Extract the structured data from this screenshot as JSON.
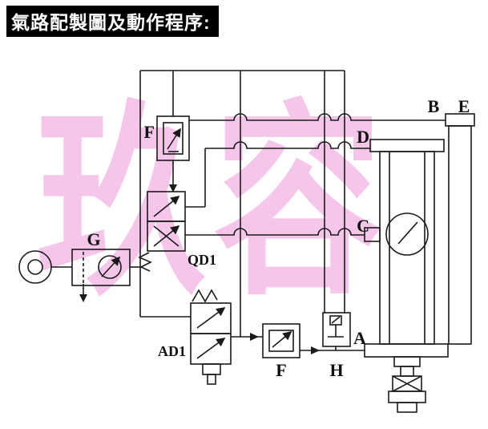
{
  "title": {
    "text": "氣路配製圖及動作程序:"
  },
  "watermark": {
    "text": "玖容"
  },
  "labels": {
    "f_pilot": "F",
    "g": "G",
    "qd1": "QD1",
    "ad1": "AD1",
    "f_flow": "F",
    "h": "H",
    "a": "A",
    "b": "B",
    "c": "C",
    "d": "D",
    "e": "E"
  },
  "colors": {
    "line": "#1a1a1a",
    "watermark_pink": "#f6c6ea",
    "title_bg": "#000000",
    "title_text": "#ffffff",
    "background": "#ffffff"
  }
}
